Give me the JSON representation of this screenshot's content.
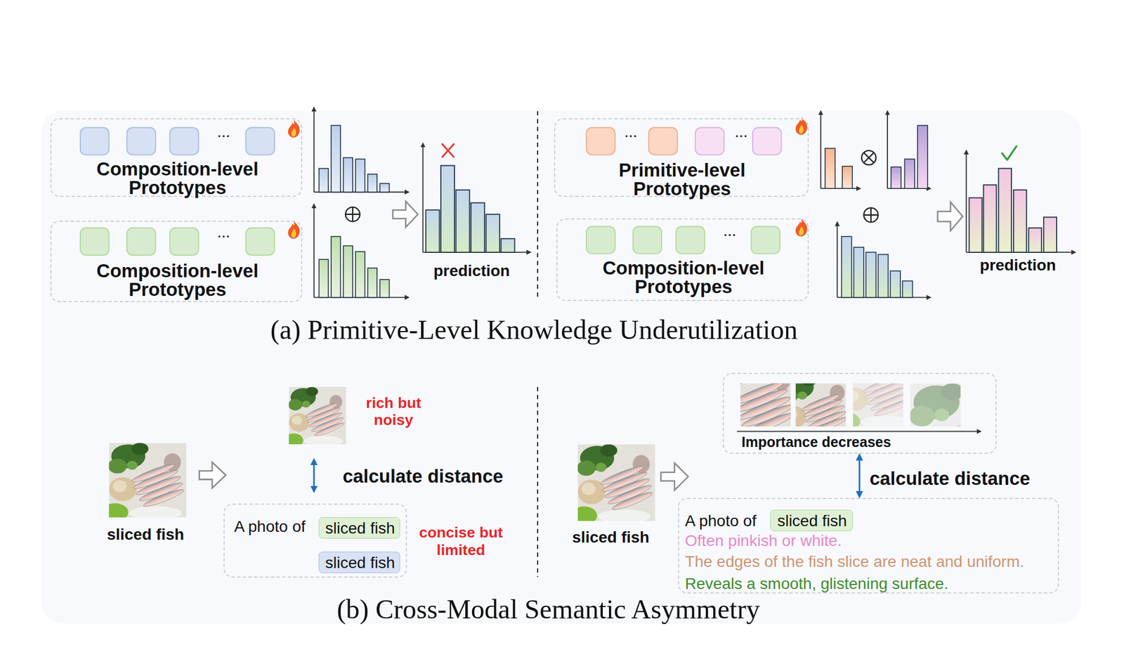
{
  "diagram": {
    "nodes": [
      {
        "text": [
          "Composition-level Prototypes"
        ]
      },
      {
        "text": [
          "Composition-level Prototypes"
        ]
      },
      {
        "text": [
          "Primitive-level Prototypes"
        ]
      },
      {
        "text": [
          "Composition-level Prototypes"
        ]
      },
      {
        "text": [
          "A photo of"
        ]
      },
      {
        "text": [
          "sliced fish"
        ],
        "in": 4
      },
      {
        "text": [
          "sliced fish"
        ],
        "in": 4
      },
      {
        "text": [
          "Importance decreases"
        ]
      },
      {
        "text": [
          "A photo of",
          "Often pinkish or white.",
          "The edges of the fish slice are neat and uniform.",
          "Reveals a smooth, glistening surface."
        ]
      },
      {
        "text": [
          "sliced fish"
        ],
        "in": 8
      }
    ],
    "edges": [
      {
        "from": 7,
        "to": 8,
        "label": "calculate distance",
        "arrow": "both"
      }
    ],
    "labels": [
      "prediction",
      "prediction",
      "(a) Primitive-Level Knowledge Underutilization",
      "rich but noisy",
      "calculate distance",
      "sliced fish",
      "concise but limited",
      "sliced fish",
      "(b) Cross-Modal Semantic Asymmetry"
    ]
  }
}
